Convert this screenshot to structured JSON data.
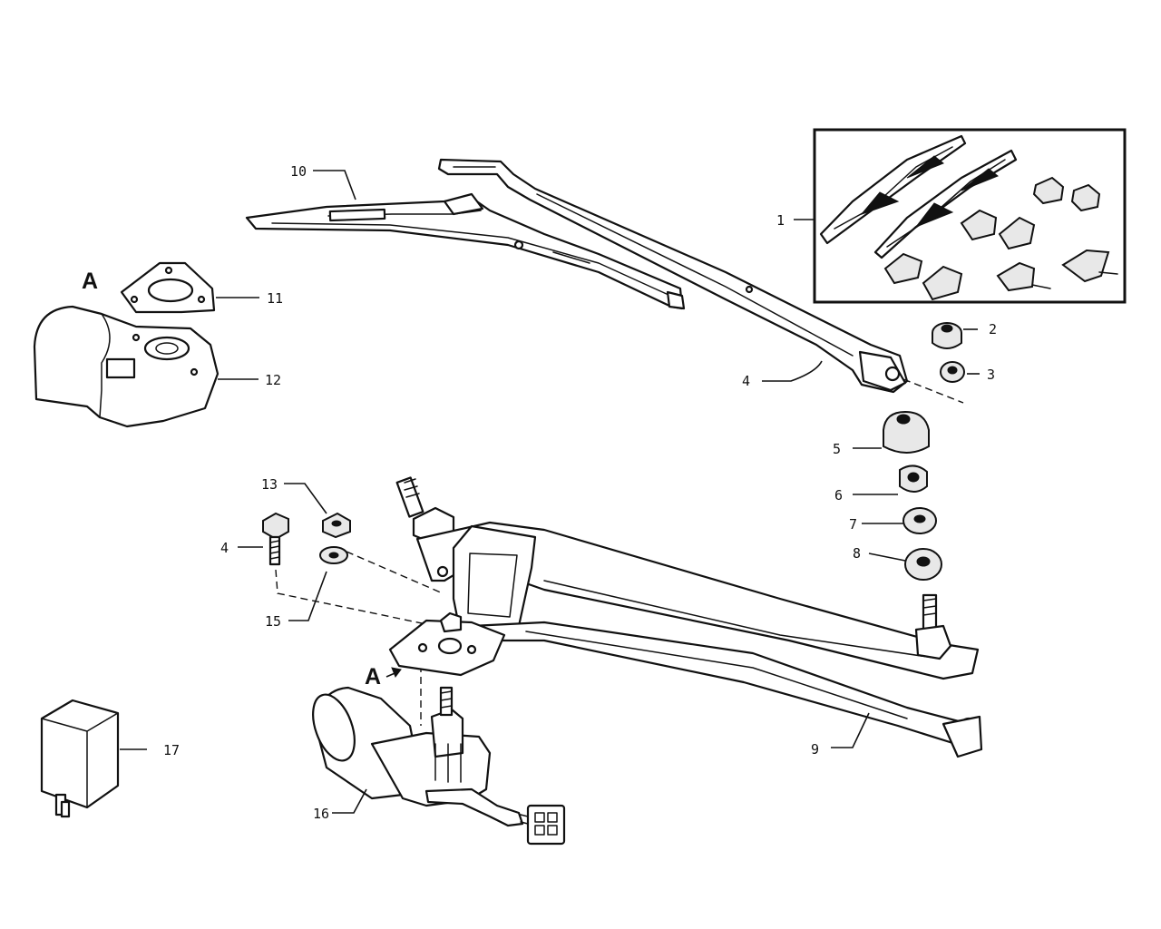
{
  "callouts": {
    "c1": "1",
    "c2": "2",
    "c3": "3",
    "c4_arm": "4",
    "c5": "5",
    "c6": "6",
    "c7": "7",
    "c8": "8",
    "c9": "9",
    "c10": "10",
    "c11": "11",
    "c12": "12",
    "c13": "13",
    "c4_bolt": "4",
    "c15": "15",
    "c16": "16",
    "c17": "17"
  },
  "view_markers": {
    "detail_letter": "A",
    "arrow_letter": "A"
  },
  "colors": {
    "ink": "#111111",
    "paper": "#ffffff"
  }
}
